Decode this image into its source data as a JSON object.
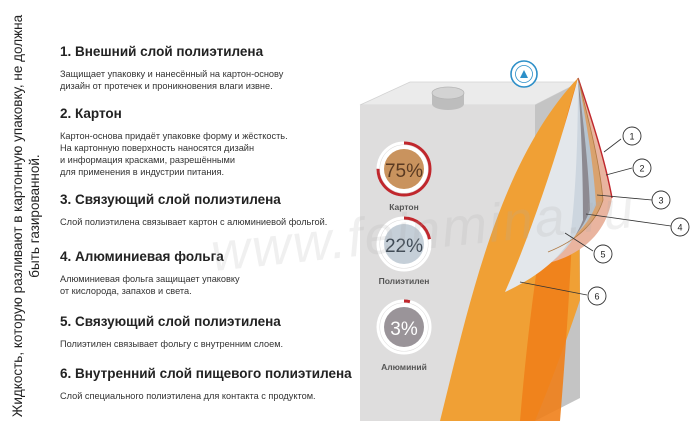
{
  "side_note": "Жидкость, которую разливают в картонную упаковку, не должна быть газированной.",
  "layers": [
    {
      "title": "1. Внешний слой полиэтилена",
      "text": "Защищает упаковку и нанесённый на картон-основу\nдизайн от протечек и проникновения влаги извне."
    },
    {
      "title": "2. Картон",
      "text": "Картон-основа придаёт упаковке форму и жёсткость.\nНа картонную поверхность наносятся дизайн\nи информация красками, разрешёнными\nдля применения в индустрии питания."
    },
    {
      "title": "3. Связующий слой полиэтилена",
      "text": "Слой полиэтилена связывает картон с алюминиевой фольгой."
    },
    {
      "title": "4. Алюминиевая фольга",
      "text": "Алюминиевая фольга защищает упаковку\nот кислорода, запахов и света."
    },
    {
      "title": "5. Связующий слой полиэтилена",
      "text": "Полиэтилен связывает фольгу с внутренним слоем."
    },
    {
      "title": "6. Внутренний слой пищевого полиэтилена",
      "text": "Слой специального полиэтилена для контакта с продуктом."
    }
  ],
  "composition": [
    {
      "percent": "75%",
      "label": "Картон",
      "fraction": 0.75,
      "color": "#c9935e"
    },
    {
      "percent": "22%",
      "label": "Полиэтилен",
      "fraction": 0.22,
      "color": "#c5cfd8"
    },
    {
      "percent": "3%",
      "label": "Алюминий",
      "fraction": 0.03,
      "color": "#9a9499"
    }
  ],
  "callouts": [
    "1",
    "2",
    "3",
    "4",
    "5",
    "6"
  ],
  "watermark": "www.feinmina.ru",
  "colors": {
    "box_front": "#dddcdc",
    "box_side": "#c3c3c3",
    "box_top": "#ebebeb",
    "orange": "#ef7f1a",
    "orange_light": "#f3a13a",
    "ring_red": "#c0272d"
  }
}
